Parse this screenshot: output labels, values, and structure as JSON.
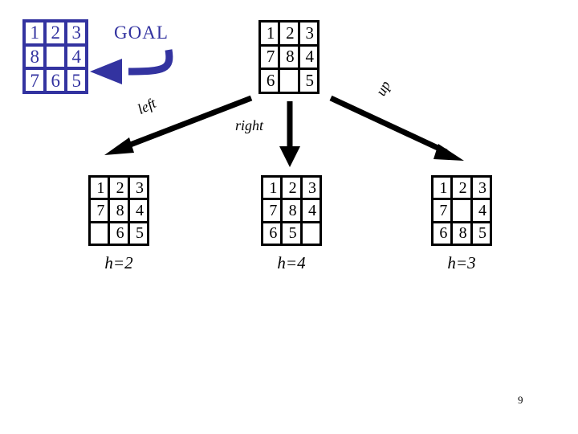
{
  "slide": {
    "page_number": "9",
    "background_color": "#ffffff",
    "goal_color": "#3333a0",
    "node_color": "#000000"
  },
  "goal": {
    "caption": "GOAL",
    "board": {
      "name": "goal-state",
      "tiles": [
        "1",
        "2",
        "3",
        "8",
        "",
        "4",
        "7",
        "6",
        "5"
      ],
      "blank_index": 4
    },
    "arrow": {
      "name": "goal-pointer-arrow",
      "direction": "left",
      "color": "#3333a0"
    }
  },
  "root": {
    "board": {
      "name": "root-state",
      "tiles": [
        "1",
        "2",
        "3",
        "7",
        "8",
        "4",
        "6",
        "",
        "5"
      ],
      "blank_index": 7
    }
  },
  "children": [
    {
      "id": "left",
      "edge_label": "left",
      "board": {
        "tiles": [
          "1",
          "2",
          "3",
          "7",
          "8",
          "4",
          "",
          "6",
          "5"
        ],
        "blank_index": 6
      },
      "heuristic_label": "h=2",
      "heuristic_value": 2
    },
    {
      "id": "right",
      "edge_label": "right",
      "board": {
        "tiles": [
          "1",
          "2",
          "3",
          "7",
          "8",
          "4",
          "6",
          "5",
          ""
        ],
        "blank_index": 8
      },
      "heuristic_label": "h=4",
      "heuristic_value": 4
    },
    {
      "id": "up",
      "edge_label": "up",
      "board": {
        "tiles": [
          "1",
          "2",
          "3",
          "7",
          "",
          "4",
          "6",
          "8",
          "5"
        ],
        "blank_index": 4
      },
      "heuristic_label": "h=3",
      "heuristic_value": 3
    }
  ]
}
